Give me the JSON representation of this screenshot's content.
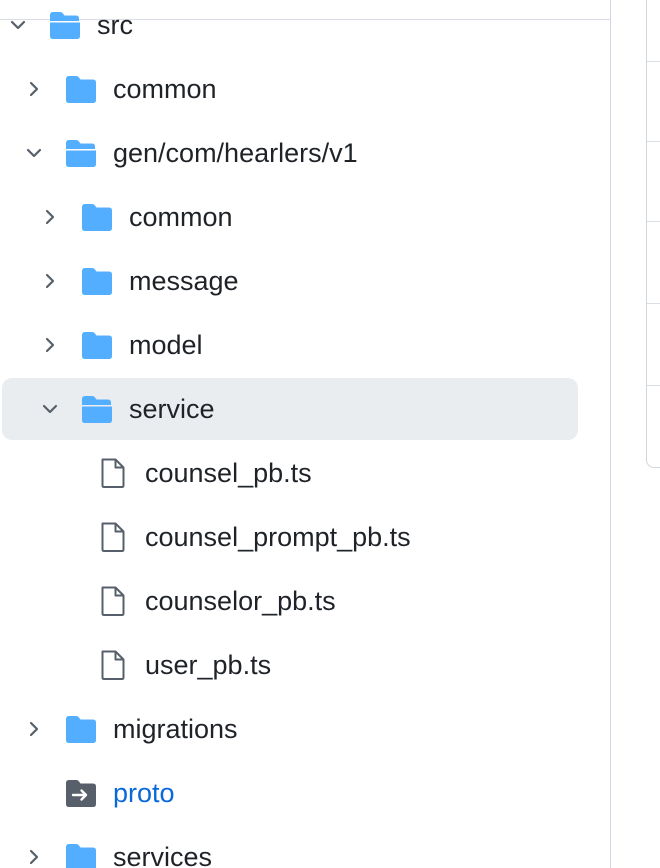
{
  "file_tree": {
    "items": [
      {
        "label": "src",
        "kind": "folder",
        "state": "expanded",
        "depth": 0
      },
      {
        "label": "common",
        "kind": "folder",
        "state": "collapsed",
        "depth": 1
      },
      {
        "label": "gen/com/hearlers/v1",
        "kind": "folder",
        "state": "expanded",
        "depth": 1
      },
      {
        "label": "common",
        "kind": "folder",
        "state": "collapsed",
        "depth": 2
      },
      {
        "label": "message",
        "kind": "folder",
        "state": "collapsed",
        "depth": 2
      },
      {
        "label": "model",
        "kind": "folder",
        "state": "collapsed",
        "depth": 2
      },
      {
        "label": "service",
        "kind": "folder",
        "state": "expanded",
        "depth": 2,
        "selected": true
      },
      {
        "label": "counsel_pb.ts",
        "kind": "file",
        "depth": 3
      },
      {
        "label": "counsel_prompt_pb.ts",
        "kind": "file",
        "depth": 3
      },
      {
        "label": "counselor_pb.ts",
        "kind": "file",
        "depth": 3
      },
      {
        "label": "user_pb.ts",
        "kind": "file",
        "depth": 3
      },
      {
        "label": "migrations",
        "kind": "folder",
        "state": "collapsed",
        "depth": 1
      },
      {
        "label": "proto",
        "kind": "submodule",
        "depth": 1
      },
      {
        "label": "services",
        "kind": "folder",
        "state": "collapsed",
        "depth": 1
      }
    ]
  },
  "colors": {
    "folder": "#54aeff",
    "submodule": "#57606a",
    "link": "#0969da",
    "text": "#1f2328",
    "selected_bg": "#eaedf0"
  }
}
